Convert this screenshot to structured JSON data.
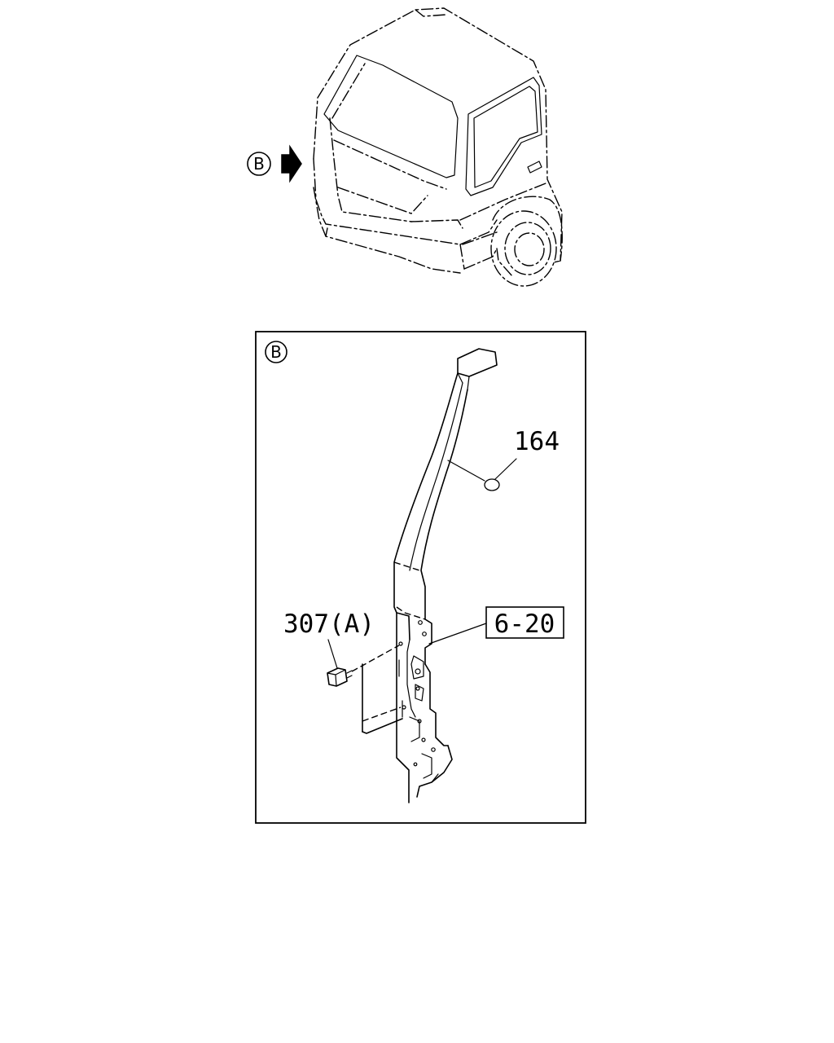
{
  "view_marker": {
    "letter": "B"
  },
  "detail": {
    "marker_letter": "B",
    "callouts": [
      {
        "id": "part-164",
        "label": "164"
      },
      {
        "id": "part-307a",
        "label": "307(A)"
      },
      {
        "id": "ref-6-20",
        "label": "6-20"
      }
    ]
  }
}
